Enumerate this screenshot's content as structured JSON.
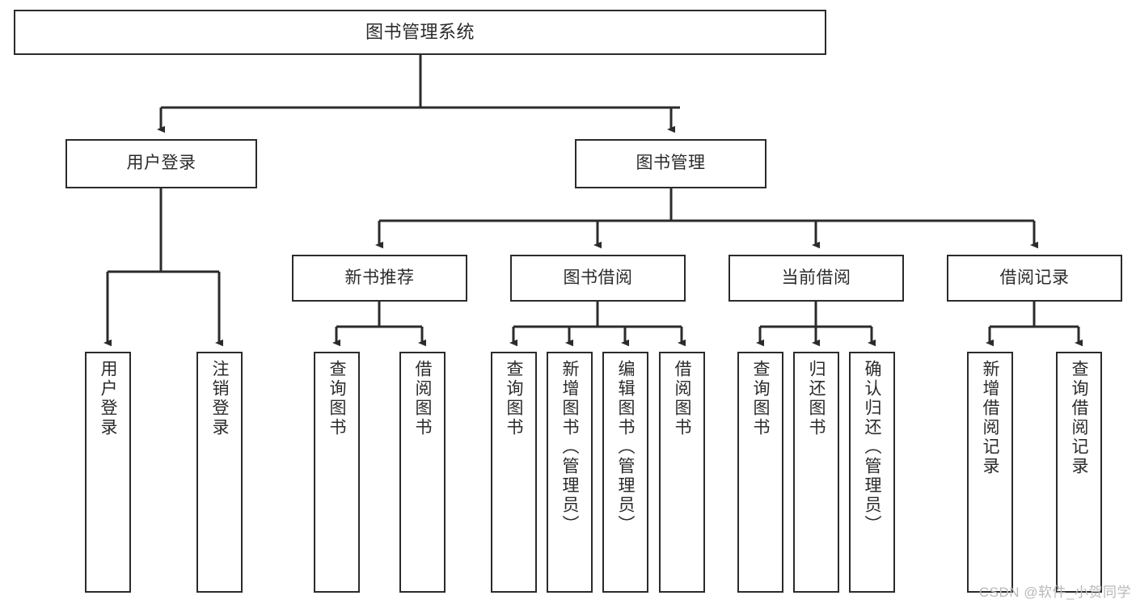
{
  "diagram": {
    "title": "图书管理系统",
    "watermark": "CSDN @软件_小贺同学",
    "line_color": "#2b2b2b",
    "box_fill": "#ffffff",
    "text_color": "#2b2b2b",
    "nodes": {
      "root": {
        "label": "图书管理系统"
      },
      "level2": [
        {
          "id": "user-login",
          "label": "用户登录"
        },
        {
          "id": "book-manage",
          "label": "图书管理"
        }
      ],
      "level3": [
        {
          "id": "new-book-recommend",
          "label": "新书推荐"
        },
        {
          "id": "book-borrow",
          "label": "图书借阅"
        },
        {
          "id": "current-borrow",
          "label": "当前借阅"
        },
        {
          "id": "borrow-record",
          "label": "借阅记录"
        }
      ],
      "leaves": {
        "user-login": [
          {
            "id": "leaf-user-login",
            "label": "用户登录"
          },
          {
            "id": "leaf-logout-login",
            "label": "注销登录"
          }
        ],
        "new-book-recommend": [
          {
            "id": "leaf-query-book-1",
            "label": "查询图书"
          },
          {
            "id": "leaf-borrow-book-1",
            "label": "借阅图书"
          }
        ],
        "book-borrow": [
          {
            "id": "leaf-query-book-2",
            "label": "查询图书"
          },
          {
            "id": "leaf-add-book",
            "label": "新增图书（管理员）"
          },
          {
            "id": "leaf-edit-book",
            "label": "编辑图书（管理员）"
          },
          {
            "id": "leaf-borrow-book-2",
            "label": "借阅图书"
          }
        ],
        "current-borrow": [
          {
            "id": "leaf-query-book-3",
            "label": "查询图书"
          },
          {
            "id": "leaf-return-book",
            "label": "归还图书"
          },
          {
            "id": "leaf-confirm-return",
            "label": "确认归还（管理员）"
          }
        ],
        "borrow-record": [
          {
            "id": "leaf-add-record",
            "label": "新增借阅记录"
          },
          {
            "id": "leaf-query-record",
            "label": "查询借阅记录"
          }
        ]
      }
    }
  }
}
